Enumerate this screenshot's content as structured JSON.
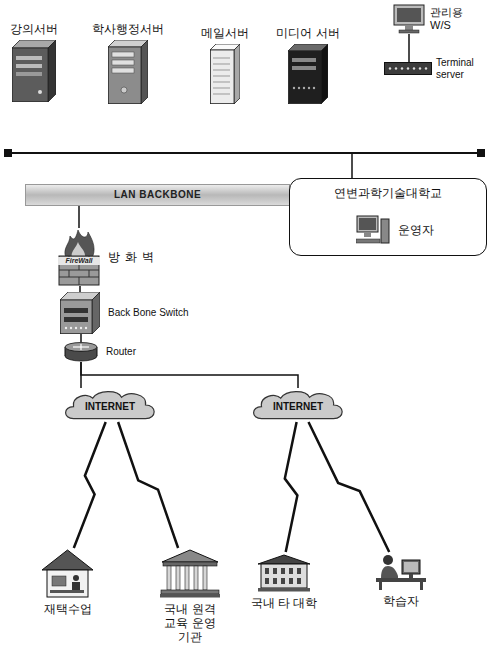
{
  "diagram": {
    "nodes": [
      {
        "text": [
          "강의서버"
        ]
      },
      {
        "text": [
          "학사행정서버"
        ]
      },
      {
        "text": [
          "메일서버"
        ]
      },
      {
        "text": [
          "미디어 서버"
        ]
      },
      {
        "text": [
          "관리용 W/S"
        ]
      },
      {
        "text": [
          "Terminal server"
        ]
      },
      {
        "text": [
          "LAN BACKBONE"
        ]
      },
      {
        "text": [
          "연변과학기술대학교"
        ]
      },
      {
        "text": [
          "운영자"
        ],
        "in": 7
      },
      {
        "text": [
          "방화벽"
        ]
      },
      {
        "text": [
          "Back Bone Switch"
        ]
      },
      {
        "text": [
          "Router"
        ]
      },
      {
        "text": [
          "INTERNET"
        ]
      },
      {
        "text": [
          "INTERNET"
        ]
      },
      {
        "text": [
          "재택수업"
        ]
      },
      {
        "text": [
          "국내 원격교육 운영 기관"
        ]
      },
      {
        "text": [
          "국내 타 대학"
        ]
      },
      {
        "text": [
          "학습자"
        ]
      }
    ],
    "edges": [
      {
        "from": 4,
        "to": 5,
        "arrow": "none"
      },
      {
        "from": 6,
        "to": 9,
        "arrow": "none"
      },
      {
        "from": 9,
        "to": 10,
        "arrow": "none"
      },
      {
        "from": 10,
        "to": 11,
        "arrow": "none"
      },
      {
        "from": 11,
        "to": 12,
        "arrow": "none"
      },
      {
        "from": 11,
        "to": 13,
        "arrow": "none"
      },
      {
        "from": 12,
        "to": 14,
        "arrow": "none"
      },
      {
        "from": 12,
        "to": 15,
        "arrow": "none"
      },
      {
        "from": 13,
        "to": 16,
        "arrow": "none"
      },
      {
        "from": 13,
        "to": 17,
        "arrow": "none"
      }
    ],
    "labels": [
      "FireWall"
    ]
  }
}
